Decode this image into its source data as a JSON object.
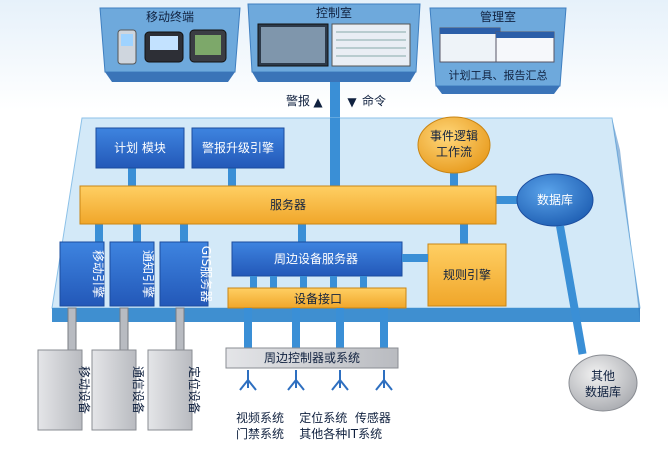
{
  "top_panels": {
    "mobile_terminal": "移动终端",
    "control_room": "控制室",
    "management_room": "管理室",
    "management_caption": "计划工具、报告汇总"
  },
  "flow": {
    "alarm": "警报",
    "command": "命令",
    "up_arrow": "▲",
    "down_arrow": "▼"
  },
  "modules": {
    "planning": "计划 模块",
    "alarm_escalation": "警报升级引擎",
    "event_logic": [
      "事件逻辑",
      "工作流"
    ],
    "server": "服务器",
    "database": "数据库",
    "mobile_engine": "移动引擎",
    "notification_engine": "通知引擎",
    "gis_server": "GIS服务器",
    "peripheral_server": "周边设备服务器",
    "device_interface": "设备接口",
    "rules_engine": "规则引擎",
    "peripheral_controller": "周边控制器或系统",
    "other_database": [
      "其他",
      "数据库"
    ]
  },
  "devices": {
    "mobile_device": "移动设备",
    "comm_device": "通信设备",
    "positioning_device": "定位设备"
  },
  "systems": {
    "line1": "视频系统    定位系统  传感器",
    "line2": "门禁系统    其他各种IT系统"
  },
  "colors": {
    "platform_top": "#cfe6f7",
    "platform_side": "#3f8fd0",
    "blue_block": "#2f6fd0",
    "blue_block_dark": "#1b4c9e",
    "yellow_block": "#f5b83d",
    "yellow_block_dark": "#d28d16",
    "db_blue": "#2a74c9",
    "gray_box": "#c9cbd0",
    "pipe": "#3a8fd6"
  }
}
